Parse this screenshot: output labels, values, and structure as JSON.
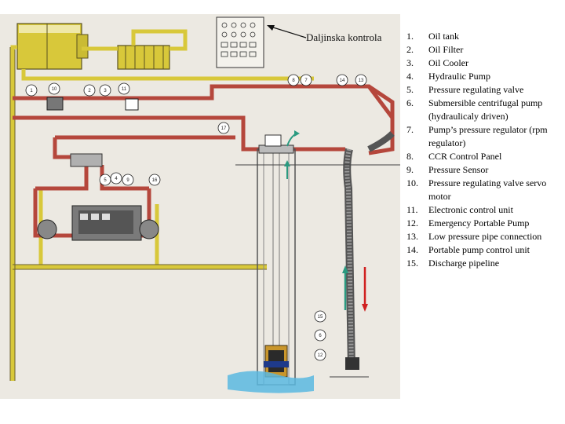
{
  "callout": {
    "label": "Daljinska kontrola"
  },
  "legend": [
    {
      "num": "1.",
      "text": "Oil tank"
    },
    {
      "num": "2.",
      "text": "Oil Filter"
    },
    {
      "num": "3.",
      "text": "Oil Cooler"
    },
    {
      "num": "4.",
      "text": "Hydraulic Pump"
    },
    {
      "num": "5.",
      "text": "Pressure regulating valve"
    },
    {
      "num": "6.",
      "text": "Submersible centrifugal pump (hydraulicaly driven)"
    },
    {
      "num": "7.",
      "text": "Pump’s pressure regulator (rpm regulator)"
    },
    {
      "num": "8.",
      "text": "CCR Control Panel"
    },
    {
      "num": "9.",
      "text": "Pressure Sensor"
    },
    {
      "num": "10.",
      "text": "Pressure regulating valve servo motor"
    },
    {
      "num": "11.",
      "text": "Electronic control unit"
    },
    {
      "num": "12.",
      "text": "Emergency Portable Pump"
    },
    {
      "num": "13.",
      "text": "Low pressure pipe connection"
    },
    {
      "num": "14.",
      "text": "Portable pump control unit"
    },
    {
      "num": "15.",
      "text": "Discharge pipeline"
    }
  ],
  "tags": {
    "t1": "1",
    "t10": "10",
    "t2": "2",
    "t3": "3",
    "t11": "11",
    "t8": "8",
    "t7": "7",
    "t14": "14",
    "t13": "13",
    "t17": "17",
    "t5": "5",
    "t4": "4",
    "t9": "9",
    "t16": "16",
    "t15": "15",
    "t6": "6",
    "t12": "12"
  },
  "colors": {
    "oil_yellow": "#d8c83a",
    "pressure_red": "#b5473c",
    "flow_green": "#2a9a80",
    "flow_red": "#d02020",
    "water_blue": "#5ab8e0"
  }
}
